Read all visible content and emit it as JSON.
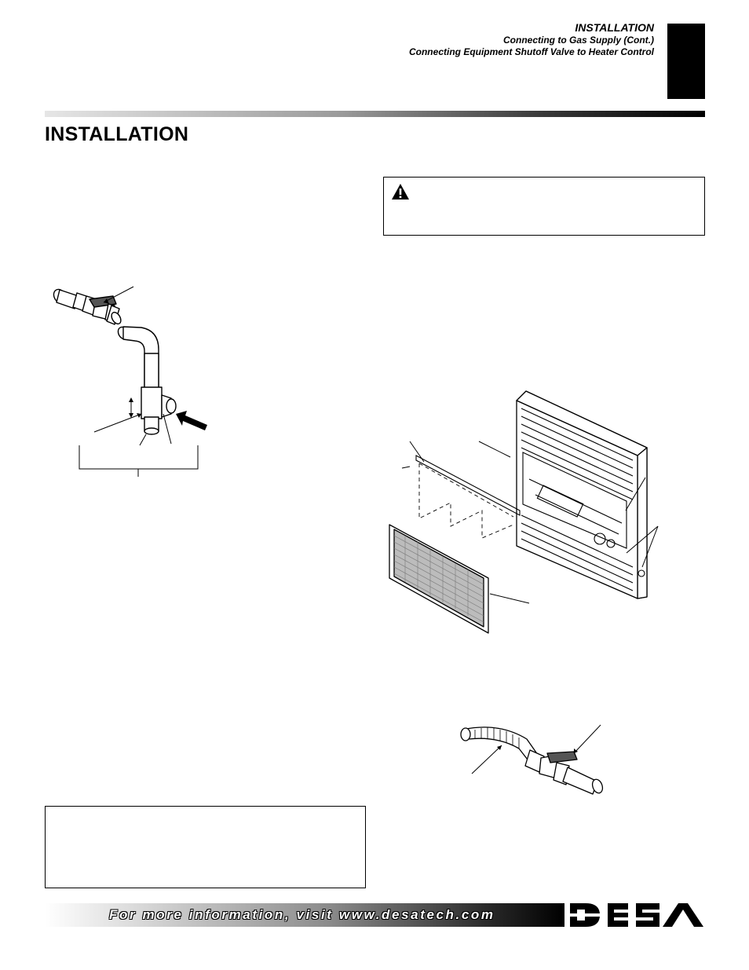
{
  "header": {
    "section": "INSTALLATION",
    "line1": "Connecting to Gas Supply (Cont.)",
    "line2": "Connecting Equipment Shutoff Valve to Heater Control"
  },
  "page_title": "INSTALLATION",
  "icons": {
    "warning": "warning-triangle-icon",
    "arrow": "gas-flow-arrow-icon"
  },
  "footer": {
    "text": "For more information, visit www.desatech.com",
    "logo": "DESA"
  },
  "colors": {
    "ink": "#000000",
    "paper": "#ffffff",
    "footer_gradient_end": "#000000"
  }
}
